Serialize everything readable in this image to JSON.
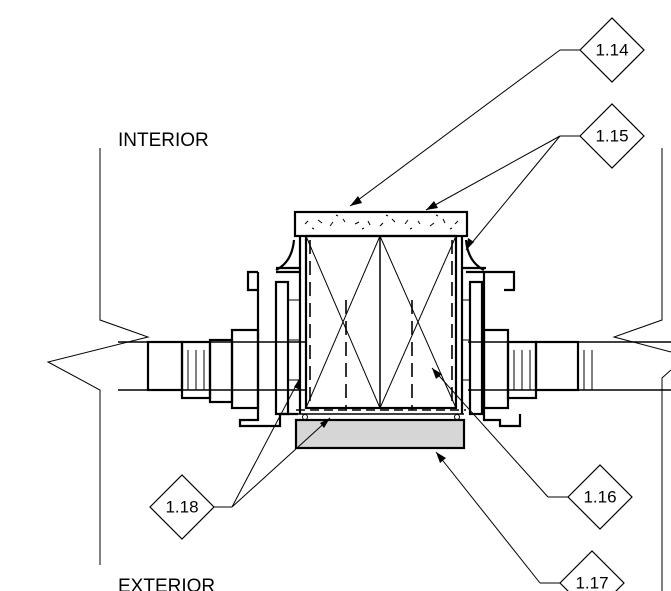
{
  "labels": {
    "interior": "INTERIOR",
    "exterior": "EXTERIOR"
  },
  "tags": {
    "t114": "1.14",
    "t115": "1.15",
    "t116": "1.16",
    "t117": "1.17",
    "t118": "1.18"
  },
  "colors": {
    "line": "#000000",
    "sill_fill": "#d6d6d6",
    "background": "#ffffff"
  }
}
